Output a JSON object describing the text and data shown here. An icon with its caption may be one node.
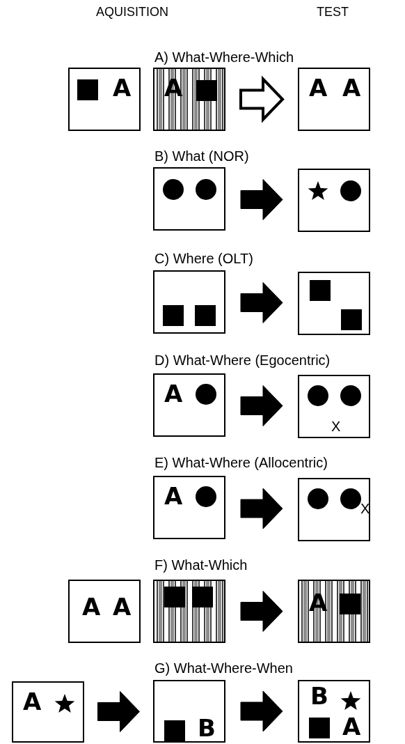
{
  "diagram": {
    "nodes": [
      {
        "text": [
          "A"
        ]
      },
      {
        "text": [
          "A"
        ]
      },
      {
        "text": [
          "A",
          "A"
        ]
      },
      {
        "text": [],
        "shape": "box"
      },
      {
        "text": [],
        "shape": "box"
      },
      {
        "text": [],
        "shape": "box"
      },
      {
        "text": [],
        "shape": "box"
      },
      {
        "text": [
          "A"
        ]
      },
      {
        "text": [
          "X"
        ]
      },
      {
        "text": [
          "A"
        ]
      },
      {
        "text": [
          "X"
        ]
      },
      {
        "text": [
          "A",
          "A"
        ]
      },
      {
        "text": [],
        "shape": "box"
      },
      {
        "text": [
          "A"
        ]
      },
      {
        "text": [
          "A"
        ]
      },
      {
        "text": [
          "B"
        ]
      },
      {
        "text": [
          "B",
          "A"
        ]
      }
    ],
    "edges": [
      {
        "from": 1,
        "to": 2,
        "arrow": "to",
        "color": "#ffffff"
      },
      {
        "from": 3,
        "to": 4,
        "arrow": "to"
      },
      {
        "from": 5,
        "to": 6,
        "arrow": "to"
      },
      {
        "from": 7,
        "to": 8,
        "arrow": "to"
      },
      {
        "from": 9,
        "to": 10,
        "arrow": "to"
      },
      {
        "from": 12,
        "to": 13,
        "arrow": "to"
      },
      {
        "from": 14,
        "to": 15,
        "arrow": "to"
      },
      {
        "from": 15,
        "to": 16,
        "arrow": "to"
      }
    ],
    "labels": [
      "AQUISITION",
      "TEST",
      "A) What-Where-Which",
      "B) What (NOR)",
      "C) Where (OLT)",
      "D) What-Where (Egocentric)",
      "E) What-Where (Allocentric)",
      "F) What-Which",
      "G) What-Where-When"
    ]
  }
}
